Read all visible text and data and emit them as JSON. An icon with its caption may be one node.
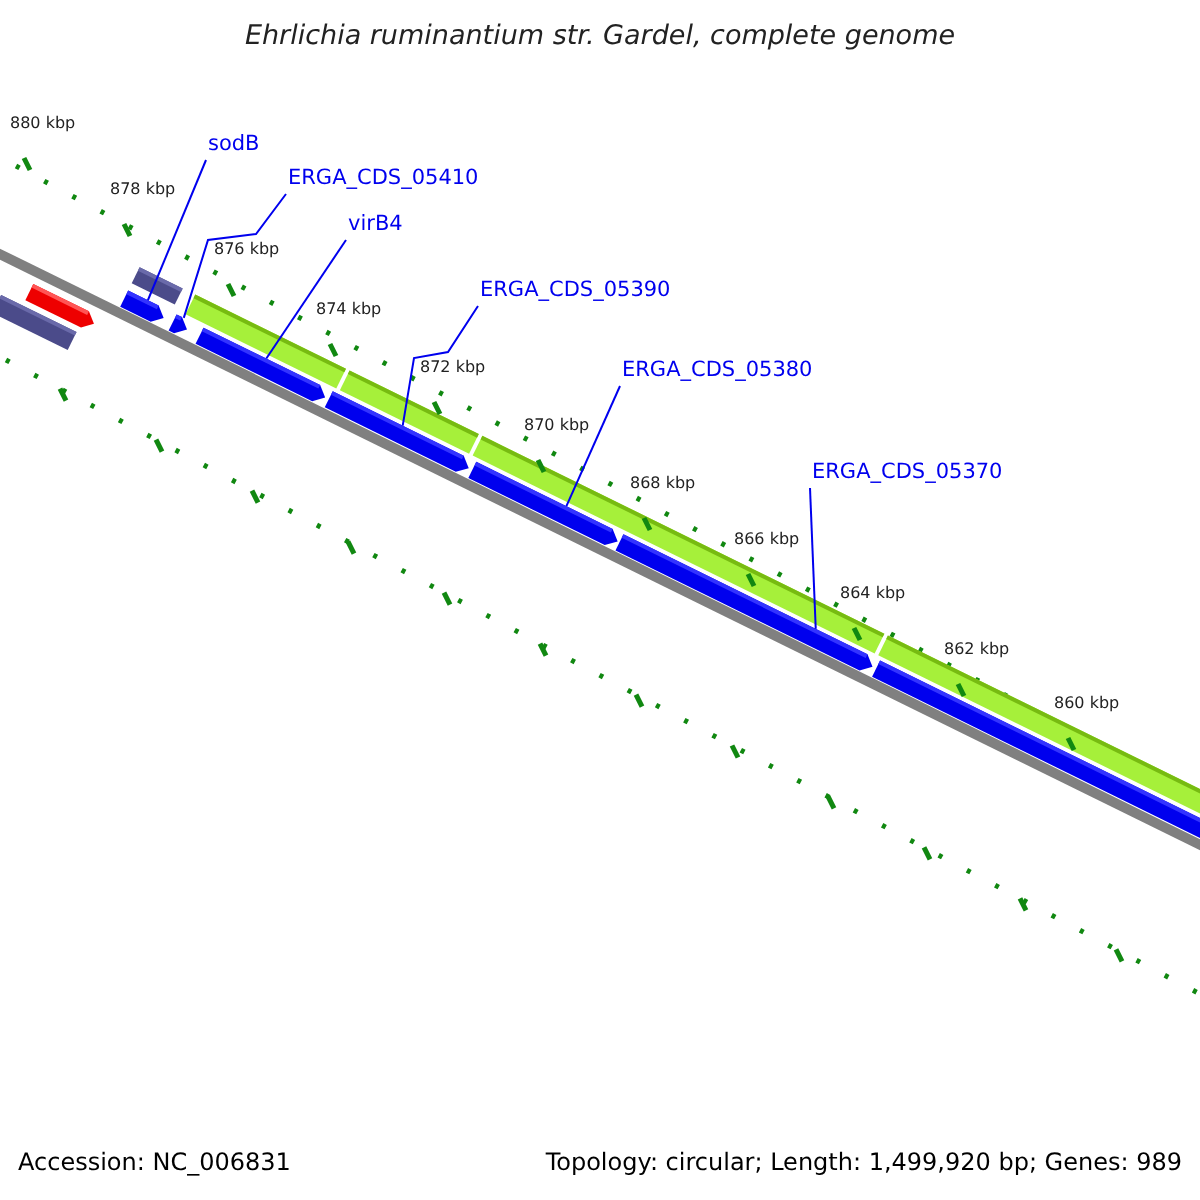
{
  "diagram": {
    "title": "Ehrlichia ruminantium str. Gardel, complete genome",
    "nodes": [
      {
        "text": [
          "sodB"
        ]
      },
      {
        "text": [
          "ERGA_CDS_05410"
        ]
      },
      {
        "text": [
          "virB4"
        ]
      },
      {
        "text": [
          "ERGA_CDS_05390"
        ]
      },
      {
        "text": [
          "ERGA_CDS_05380"
        ]
      },
      {
        "text": [
          "ERGA_CDS_05370"
        ]
      },
      {
        "text": [],
        "shape": "arrow"
      },
      {
        "text": [],
        "shape": "arrow"
      },
      {
        "text": [],
        "shape": "arrow"
      },
      {
        "text": [],
        "shape": "arrow"
      },
      {
        "text": [],
        "shape": "arrow"
      },
      {
        "text": [],
        "shape": "arrow"
      }
    ],
    "edges": [
      {
        "from": 0,
        "to": 6,
        "arrow": "none"
      },
      {
        "from": 1,
        "to": 7,
        "arrow": "none"
      },
      {
        "from": 2,
        "to": 8,
        "arrow": "none"
      },
      {
        "from": 3,
        "to": 9,
        "arrow": "none"
      },
      {
        "from": 4,
        "to": 10,
        "arrow": "none"
      },
      {
        "from": 5,
        "to": 11,
        "arrow": "none"
      }
    ],
    "labels": [
      "880 kbp",
      "878 kbp",
      "876 kbp",
      "874 kbp",
      "872 kbp",
      "870 kbp",
      "868 kbp",
      "866 kbp",
      "864 kbp",
      "862 kbp",
      "860 kbp",
      "Accession: NC_006831",
      "Topology: circular; Length: 1,499,920 bp; Genes: 989"
    ]
  }
}
